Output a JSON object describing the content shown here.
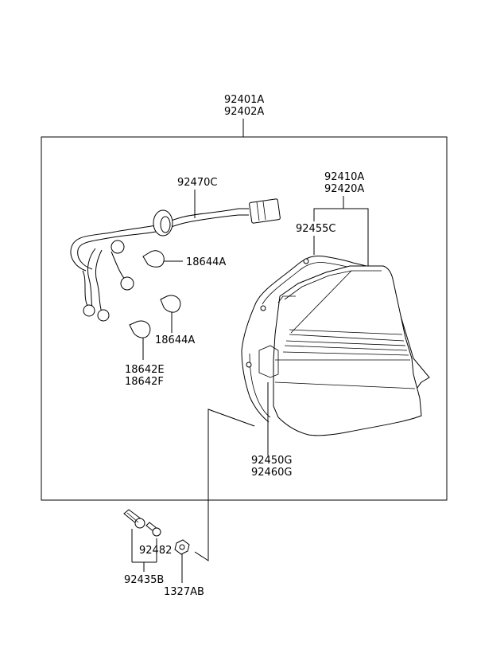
{
  "assembly": {
    "labels": [
      "92401A",
      "92402A"
    ]
  },
  "parts": {
    "harness": {
      "label": "92470C"
    },
    "lamp_assembly": {
      "labels": [
        "92410A",
        "92420A"
      ]
    },
    "gasket": {
      "label": "92455C"
    },
    "bulb_upper": {
      "label": "18644A"
    },
    "bulb_middle": {
      "label": "18644A"
    },
    "bulb_lower": {
      "labels": [
        "18642E",
        "18642F"
      ]
    },
    "housing": {
      "labels": [
        "92450G",
        "92460G"
      ]
    },
    "screw": {
      "label": "92482"
    },
    "bolt": {
      "label": "92435B"
    },
    "nut": {
      "label": "1327AB"
    }
  }
}
